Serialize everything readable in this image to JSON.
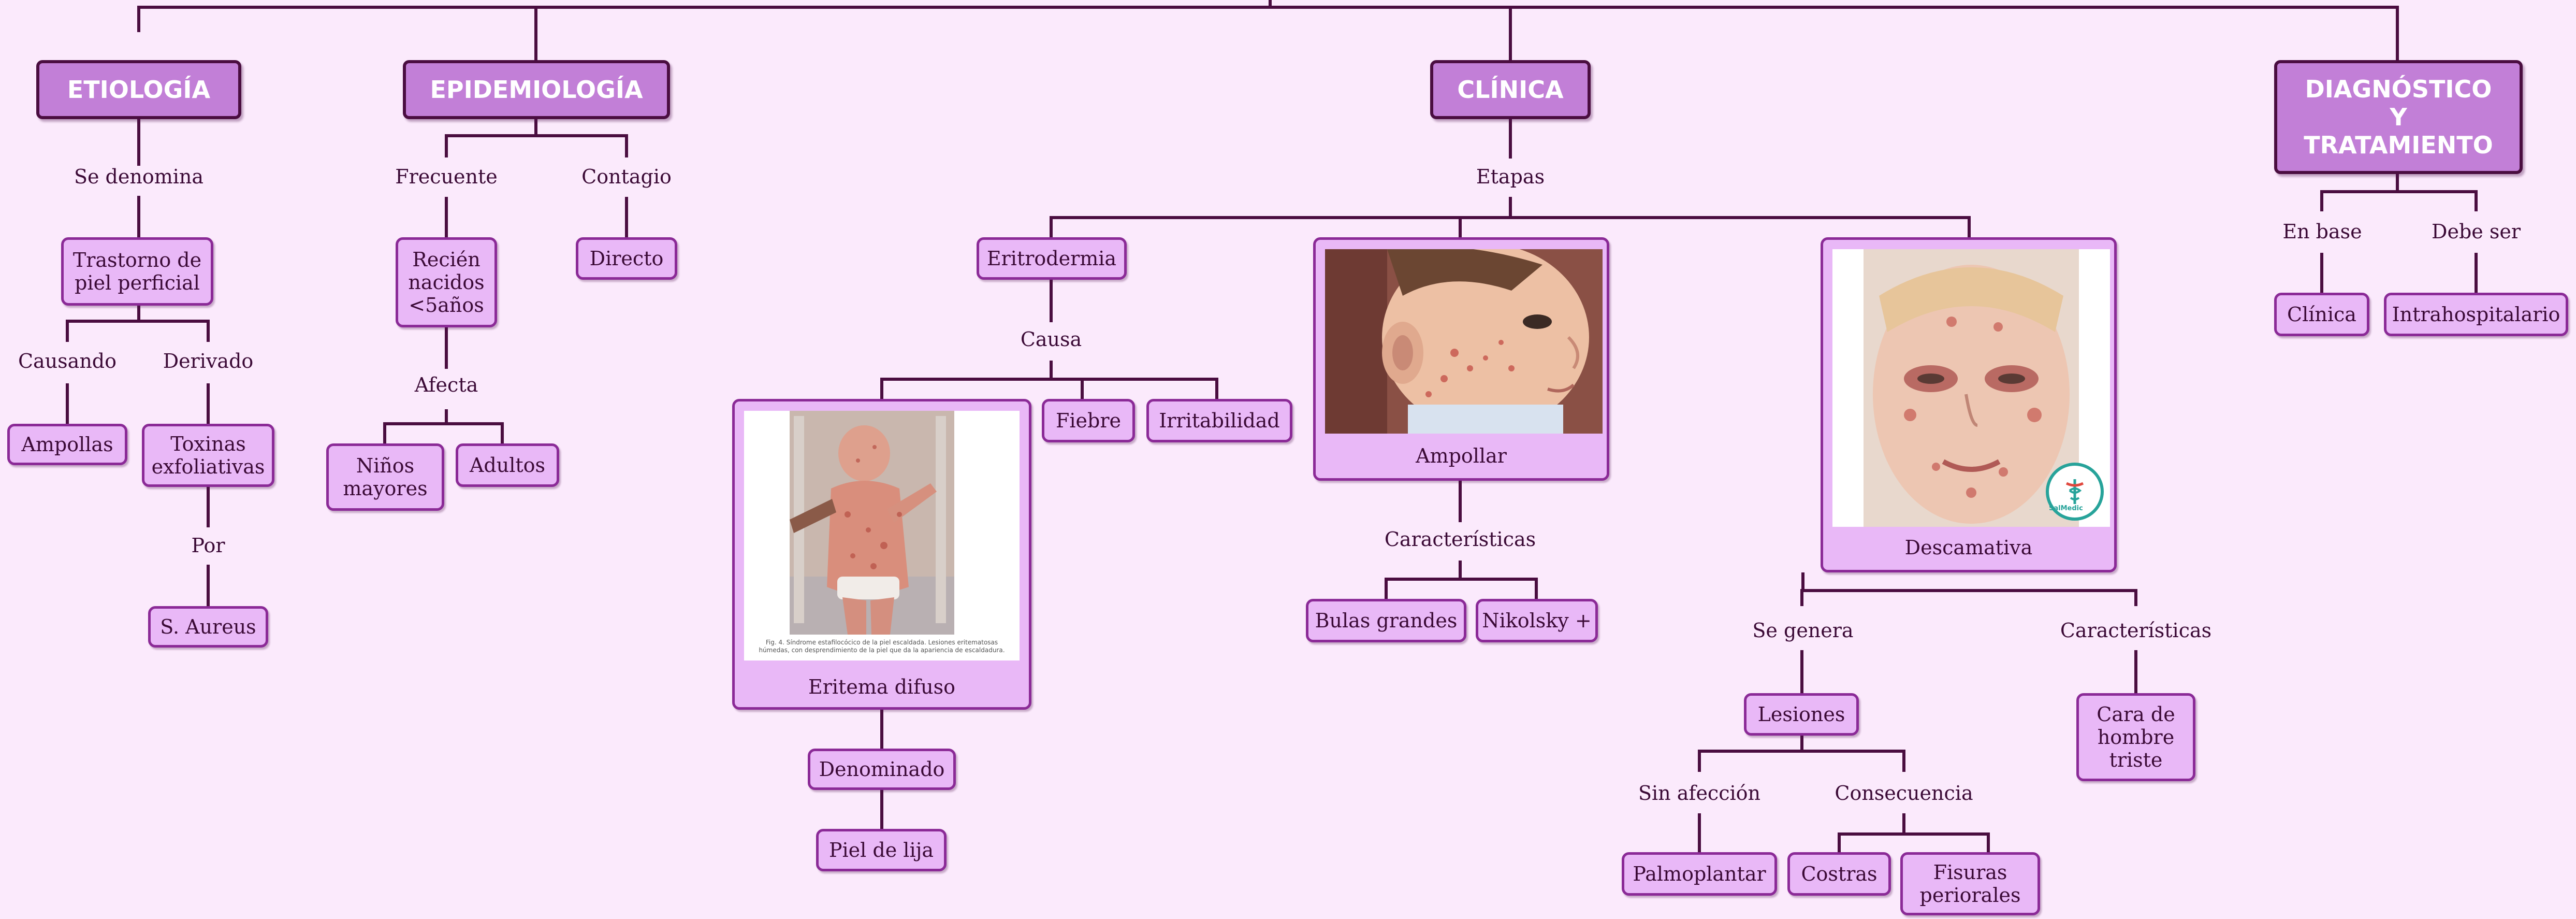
{
  "main": {
    "etiologia": "ETIOLOGÍA",
    "epidemiologia": "EPIDEMIOLOGÍA",
    "clinica": "CLÍNICA",
    "diagnostico": [
      "DIAGNÓSTICO",
      "Y",
      "TRATAMIENTO"
    ]
  },
  "etiologia": {
    "se_denomina": "Se denomina",
    "trastorno": [
      "Trastorno de",
      "piel perficial"
    ],
    "causando": "Causando",
    "derivado": "Derivado",
    "ampollas": "Ampollas",
    "toxinas": [
      "Toxinas",
      "exfoliativas"
    ],
    "por": "Por",
    "s_aureus": "S. Aureus"
  },
  "epidemiologia": {
    "frecuente": "Frecuente",
    "contagio": "Contagio",
    "recien": [
      "Recién",
      "nacidos",
      "<5años"
    ],
    "directo": "Directo",
    "afecta": "Afecta",
    "ninos": [
      "Niños",
      "mayores"
    ],
    "adultos": "Adultos"
  },
  "clinica": {
    "etapas": "Etapas",
    "eritrodermia": "Eritrodermia",
    "causa": "Causa",
    "fiebre": "Fiebre",
    "irritabilidad": "Irritabilidad",
    "eritema_difuso": "Eritema difuso",
    "fig_caption": [
      "Fig. 4. Síndrome estafilocócico de la piel escaldada. Lesiones eritematosas",
      "húmedas, con desprendimiento de la piel que da la apariencia de escaldadura."
    ],
    "denominado": "Denominado",
    "piel_de_lija": "Piel de lija",
    "ampollar": "Ampollar",
    "caracteristicas_1": "Características",
    "bulas": "Bulas grandes",
    "nikolsky": "Nikolsky +",
    "descamativa": "Descamativa",
    "logo_text": "SalMedic",
    "se_genera": "Se genera",
    "caracteristicas_2": "Características",
    "lesiones": "Lesiones",
    "cara": [
      "Cara de",
      "hombre",
      "triste"
    ],
    "sin_afeccion": "Sin afección",
    "consecuencia": "Consecuencia",
    "palmoplantar": "Palmoplantar",
    "costras": "Costras",
    "fisuras": [
      "Fisuras",
      "periorales"
    ]
  },
  "diagnostico": {
    "en_base": "En base",
    "debe_ser": "Debe ser",
    "clinica": "Clínica",
    "intrahospitalario": "Intrahospitalario"
  },
  "colors": {
    "background": "#fbeafc",
    "main_fill": "#c27fd7",
    "main_border": "#4a0d40",
    "sub_fill": "#e9b8f7",
    "sub_border": "#8b2a97",
    "connector": "#4a0d40"
  }
}
